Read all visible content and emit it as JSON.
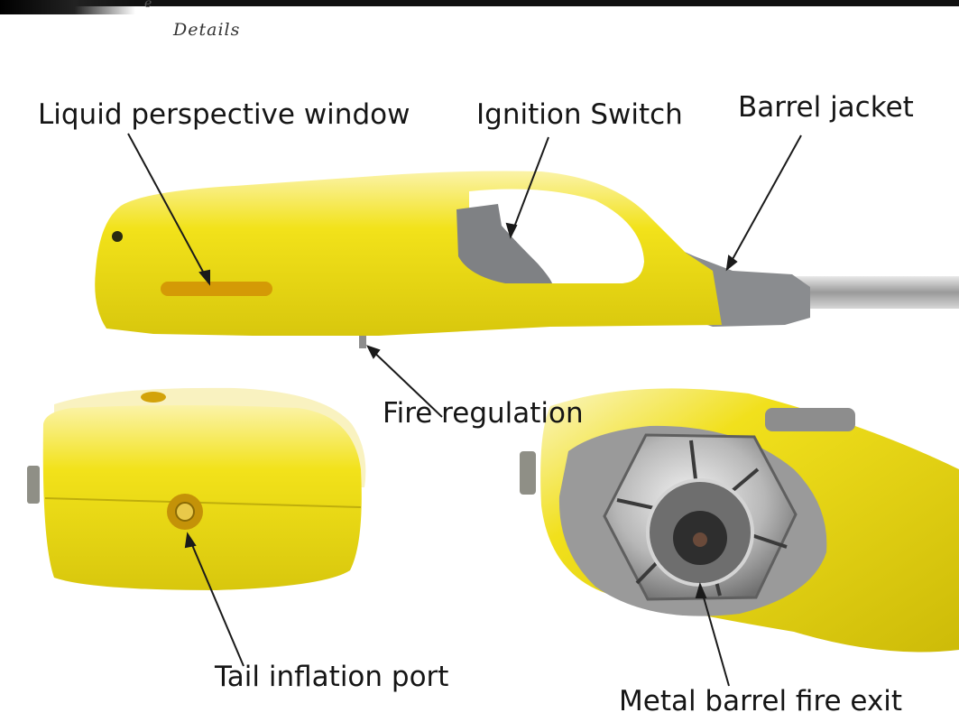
{
  "header": {
    "fragment": "e",
    "section_label": "Details"
  },
  "labels": {
    "liquid_window": "Liquid perspective window",
    "ignition_switch": "Ignition Switch",
    "barrel_jacket": "Barrel jacket",
    "fire_regulation": "Fire regulation",
    "tail_port": "Tail inflation port",
    "metal_exit": "Metal barrel fire exit"
  },
  "colors": {
    "body_yellow": "#f2e21a",
    "highlight_yellow": "#fbf3a8",
    "shade_yellow": "#c9b80a",
    "gray_jacket": "#8a8c8f",
    "steel": "#c8c8c8",
    "pointer": "#1a1a1a"
  }
}
